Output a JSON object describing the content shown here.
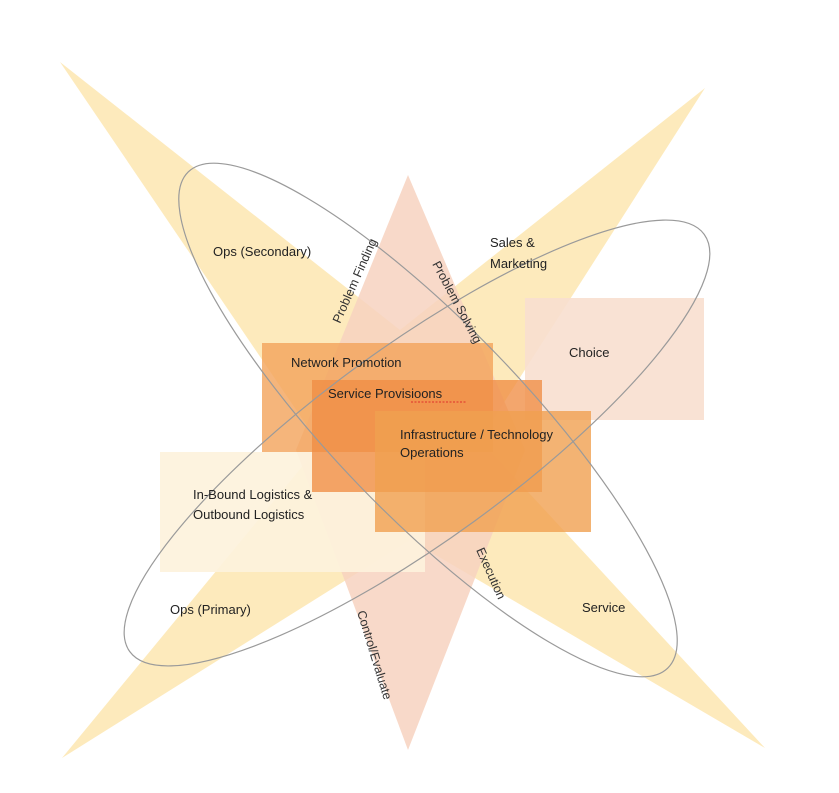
{
  "colors": {
    "star_fill": "#fde9b8",
    "diamond_fill": "#f7d2bf",
    "choice_fill": "#f8dfcf",
    "inbound_fill": "#fdf2dc",
    "network_fill": "#f3a35a",
    "service_prov_fill": "#ef8d44",
    "infra_fill": "#f0a050",
    "ellipse_stroke": "#9a9a9a",
    "text": "#222222"
  },
  "labels": {
    "ops_secondary": "Ops (Secondary)",
    "sales_line1": "Sales &",
    "sales_line2": "Marketing",
    "choice": "Choice",
    "network_promotion": "Network Promotion",
    "service_provisions": "Service Provisioons",
    "infra_line1": "Infrastructure / Technology",
    "infra_line2": "Operations",
    "inbound_line1": "In-Bound Logistics &",
    "inbound_line2": "Outbound Logistics",
    "ops_primary": "Ops (Primary)",
    "service": "Service",
    "problem_finding": "Problem Finding",
    "problem_solving": "Problem Solving",
    "execution": "Execution",
    "control_evaluate": "Control/Evaluate"
  }
}
